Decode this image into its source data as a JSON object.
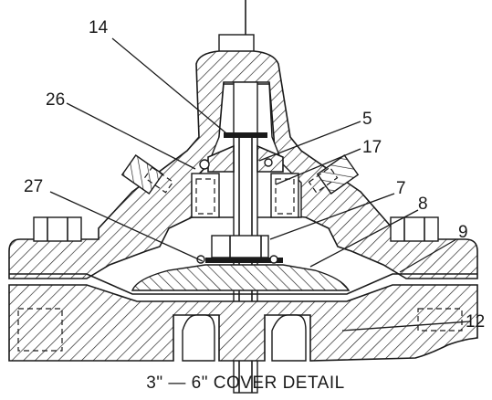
{
  "caption": "3\" — 6\" COVER DETAIL",
  "callouts": [
    {
      "id": "14",
      "label": "14"
    },
    {
      "id": "26",
      "label": "26"
    },
    {
      "id": "5",
      "label": "5"
    },
    {
      "id": "17",
      "label": "17"
    },
    {
      "id": "27",
      "label": "27"
    },
    {
      "id": "7",
      "label": "7"
    },
    {
      "id": "8",
      "label": "8"
    },
    {
      "id": "9",
      "label": "9"
    },
    {
      "id": "12",
      "label": "12"
    }
  ]
}
